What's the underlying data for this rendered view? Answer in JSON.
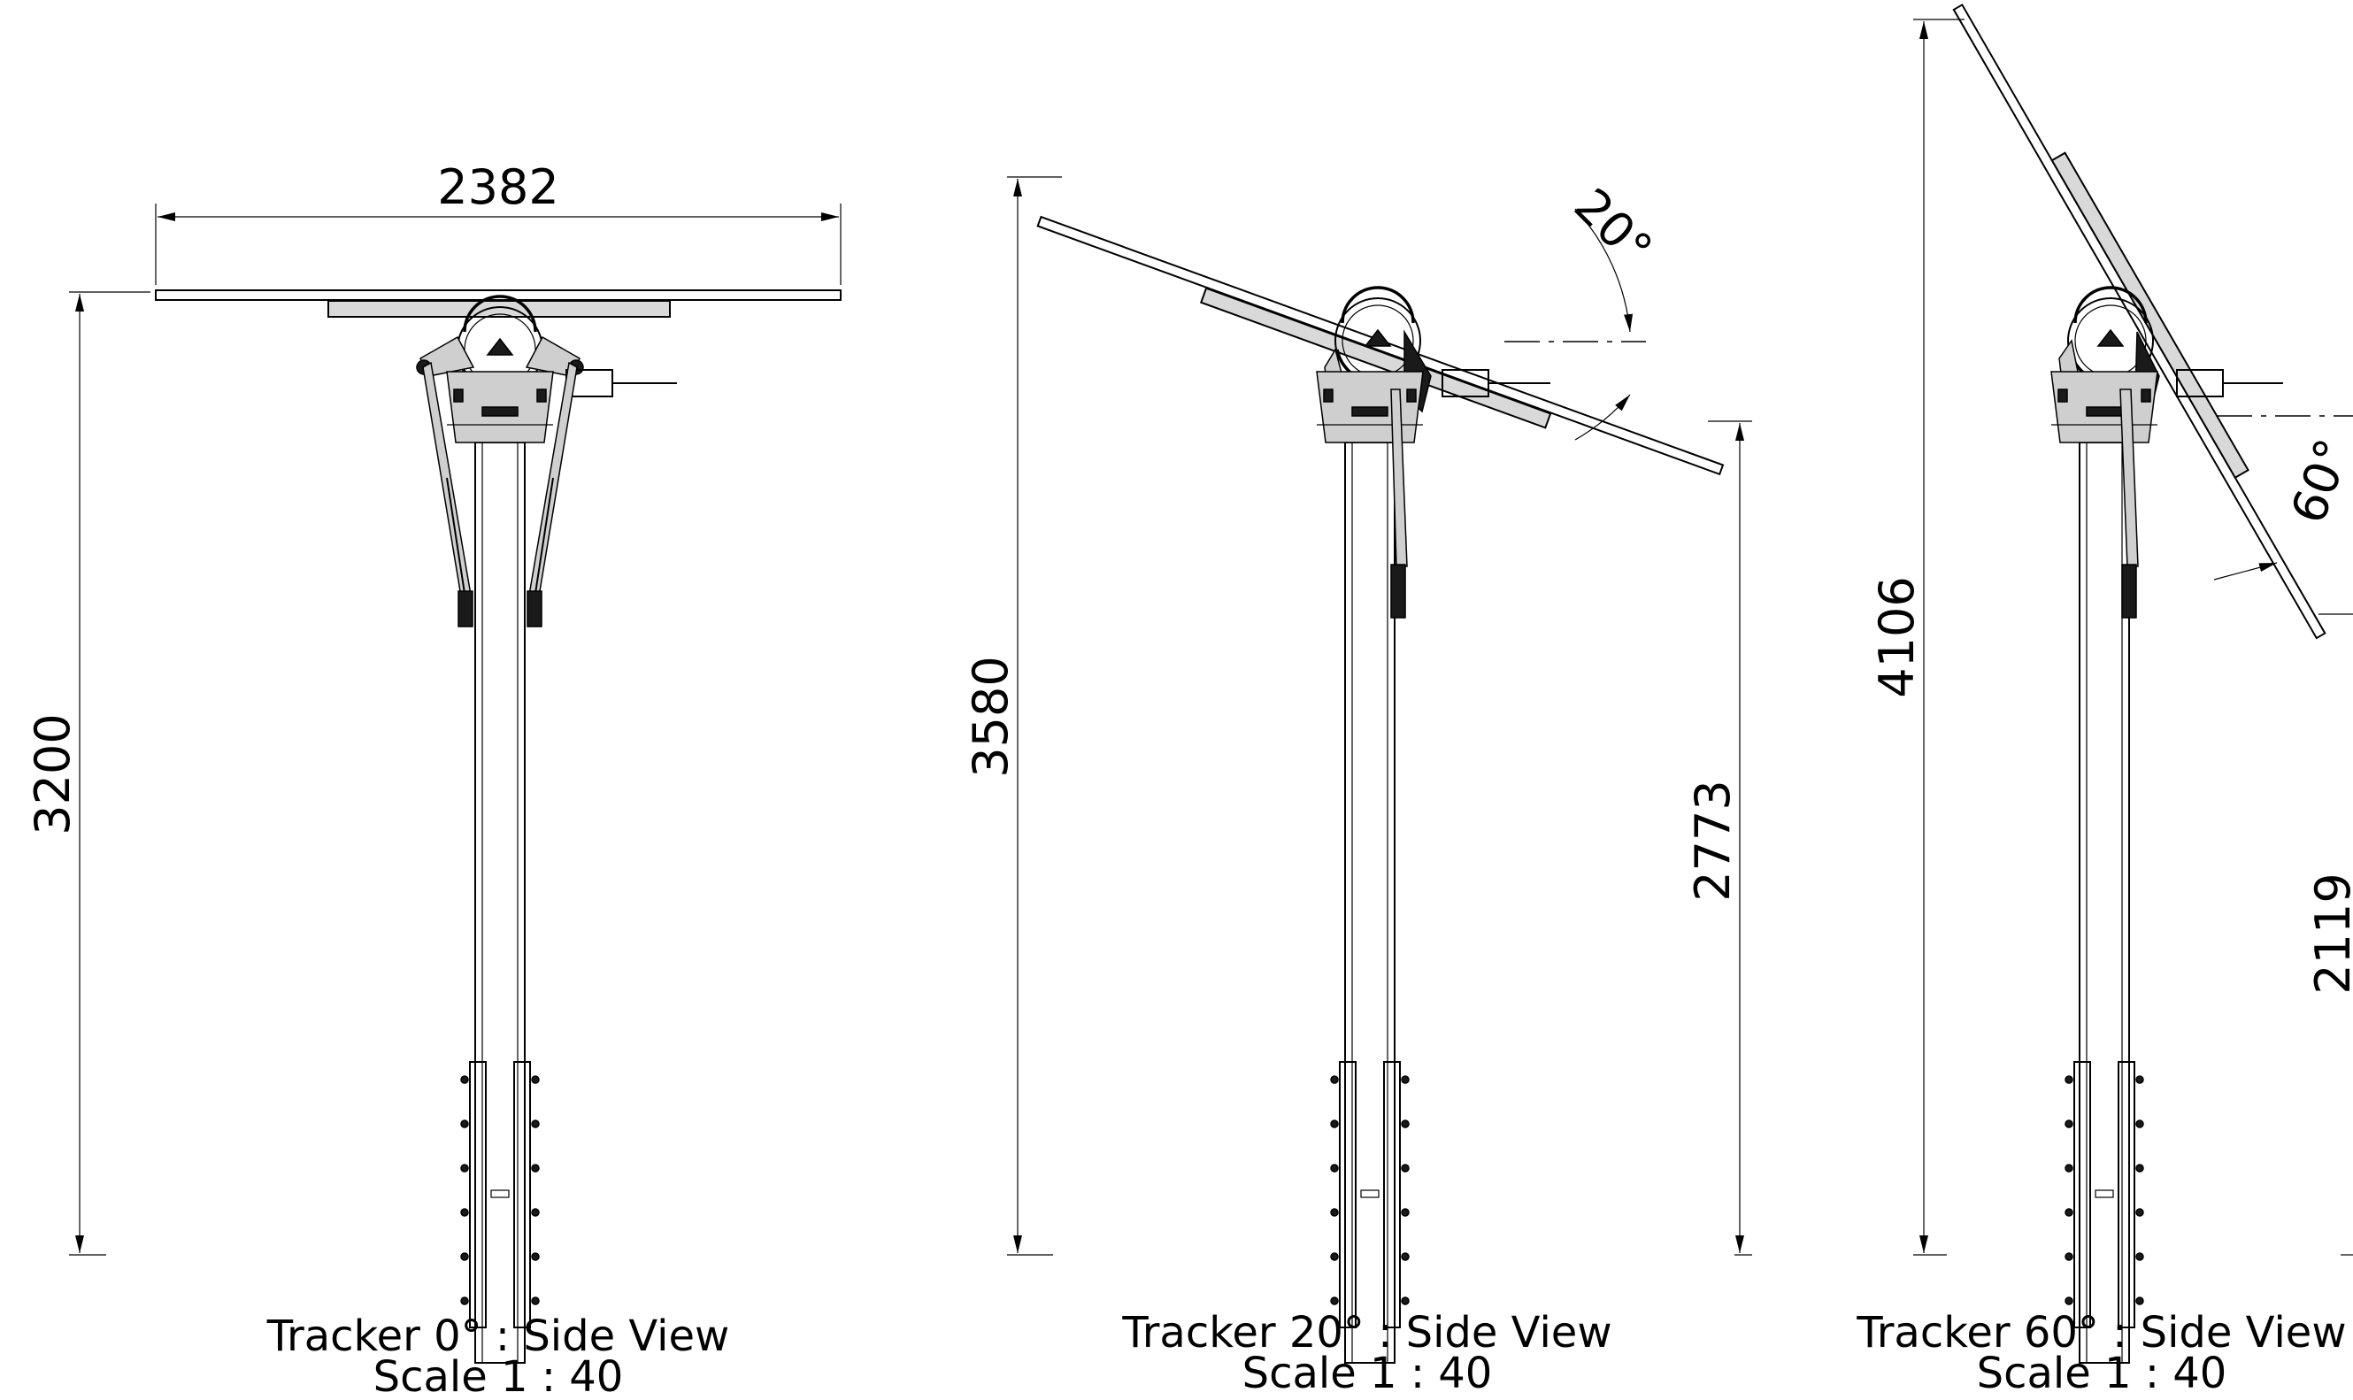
{
  "views": [
    {
      "id": "tracker-0",
      "caption_title": "Tracker 0° : Side View",
      "caption_scale": "Scale 1 : 40",
      "dim_width": "2382",
      "dim_height": "3200"
    },
    {
      "id": "tracker-20",
      "caption_title": "Tracker 20° : Side View",
      "caption_scale": "Scale 1 : 40",
      "dim_angle": "20°",
      "dim_height_top": "3580",
      "dim_height_bottom": "2773"
    },
    {
      "id": "tracker-60",
      "caption_title": "Tracker 60° : Side View",
      "caption_scale": "Scale 1 : 40",
      "dim_angle": "60°",
      "dim_height_top": "4106",
      "dim_height_bottom": "2119"
    }
  ]
}
